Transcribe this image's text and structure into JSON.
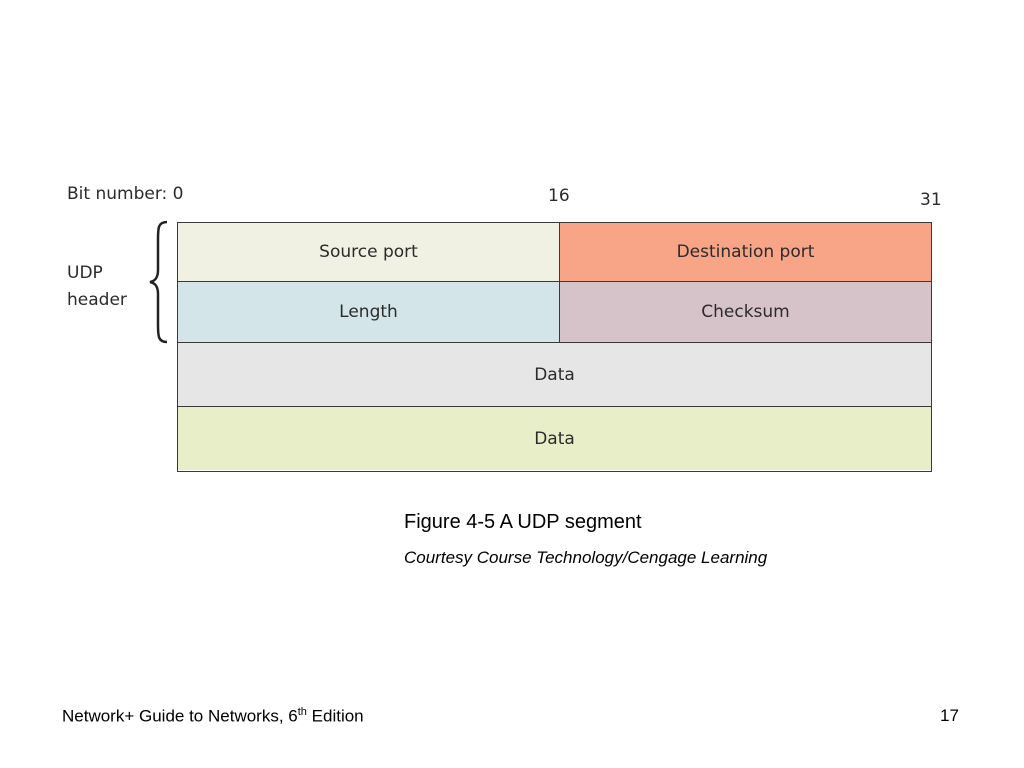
{
  "diagram": {
    "bit_number_label": "Bit number: 0",
    "bit_mid": "16",
    "bit_end": "31",
    "udp_header_label": [
      "UDP",
      "header"
    ],
    "fields": {
      "source_port": "Source port",
      "destination_port": "Destination port",
      "length": "Length",
      "checksum": "Checksum",
      "data_1": "Data",
      "data_2": "Data"
    },
    "colors": {
      "source_port": "#f0f0e3",
      "destination_port": "#f7a487",
      "length": "#d4e5e9",
      "checksum": "#d6c3c9",
      "data_1": "#e6e6e6",
      "data_2": "#e8efc8"
    }
  },
  "caption": {
    "figure": "Figure 4-5 A UDP segment",
    "credit": "Courtesy Course Technology/Cengage Learning"
  },
  "footer": {
    "title_prefix": "Network+ Guide to Networks, 6",
    "title_sup": "th",
    "title_suffix": " Edition",
    "page_number": "17"
  }
}
